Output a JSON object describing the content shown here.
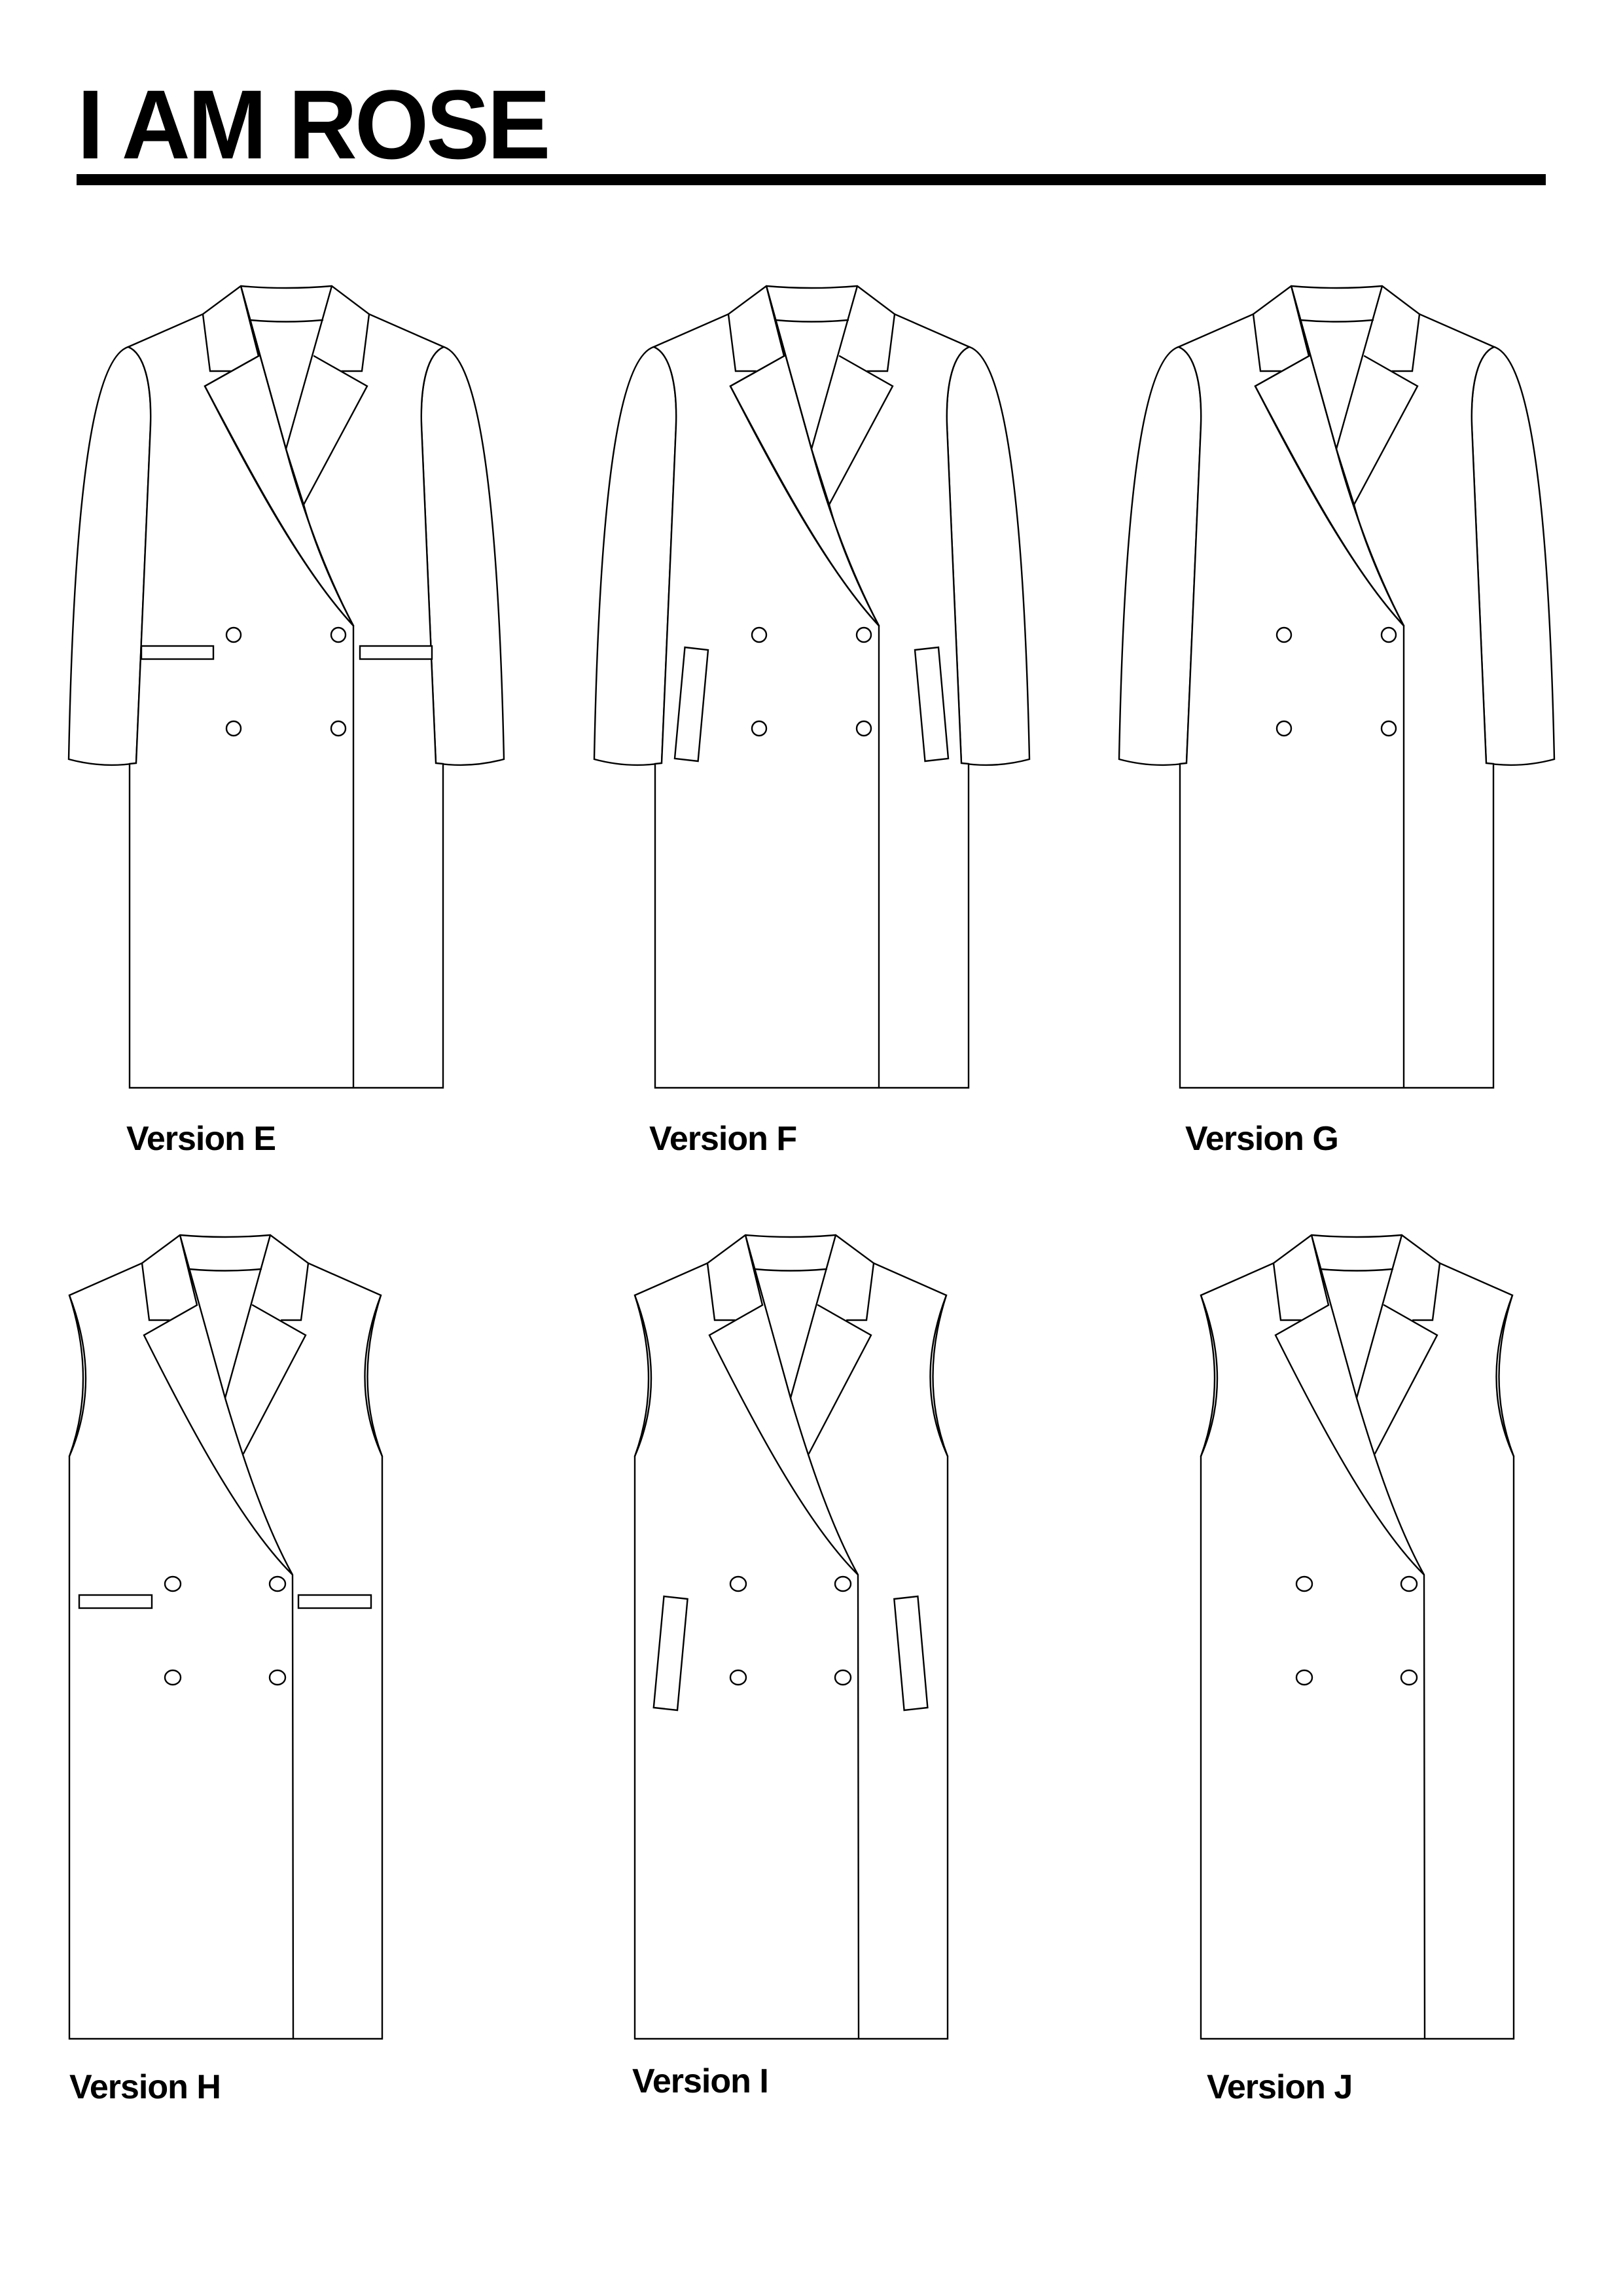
{
  "header": {
    "title": "I AM ROSE"
  },
  "colors": {
    "ink": "#000000",
    "paper": "#ffffff"
  },
  "versions": [
    {
      "id": "E",
      "label": "Version E",
      "garment": "coat",
      "sleeves": "long",
      "pockets": "horizontal-welt",
      "buttons": 4
    },
    {
      "id": "F",
      "label": "Version F",
      "garment": "coat",
      "sleeves": "long",
      "pockets": "vertical-welt",
      "buttons": 4
    },
    {
      "id": "G",
      "label": "Version G",
      "garment": "coat",
      "sleeves": "long",
      "pockets": "none",
      "buttons": 4
    },
    {
      "id": "H",
      "label": "Version H",
      "garment": "vest",
      "sleeves": "none",
      "pockets": "horizontal-welt",
      "buttons": 4
    },
    {
      "id": "I",
      "label": "Version I",
      "garment": "vest",
      "sleeves": "none",
      "pockets": "vertical-welt",
      "buttons": 4
    },
    {
      "id": "J",
      "label": "Version J",
      "garment": "vest",
      "sleeves": "none",
      "pockets": "none",
      "buttons": 4
    }
  ]
}
